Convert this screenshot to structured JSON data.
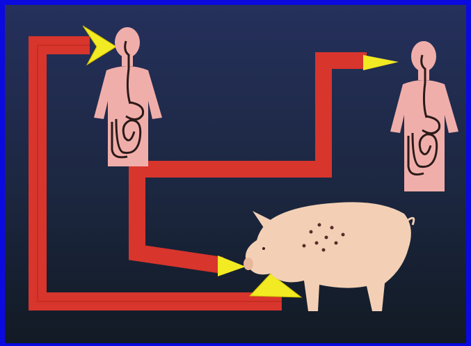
{
  "diagram": {
    "description_free": true,
    "nodes": [
      {
        "id": "human-1",
        "kind": "human-torso",
        "glyph": "human-digestive-system"
      },
      {
        "id": "human-2",
        "kind": "human-torso",
        "glyph": "human-digestive-system"
      },
      {
        "id": "pig",
        "kind": "animal",
        "glyph": "pig"
      }
    ],
    "edges": [
      {
        "from": "pig",
        "to": "human-1",
        "arrow": "yellow"
      },
      {
        "from": "human-1",
        "to": "pig",
        "arrow": "yellow"
      },
      {
        "from": "human-1",
        "to": "human-2",
        "arrow": "yellow"
      }
    ],
    "colors": {
      "frame": "#0a0ae0",
      "background_top": "#25305c",
      "background_bottom": "#121a24",
      "path": "#d8352c",
      "path_edge": "#a51f18",
      "arrowhead": "#f2ea22",
      "human_skin": "#f0aeaa",
      "organ_outline": "#2a1a1a",
      "pig_skin": "#f3d0b5",
      "pig_spots": "#5a2a2a"
    }
  }
}
